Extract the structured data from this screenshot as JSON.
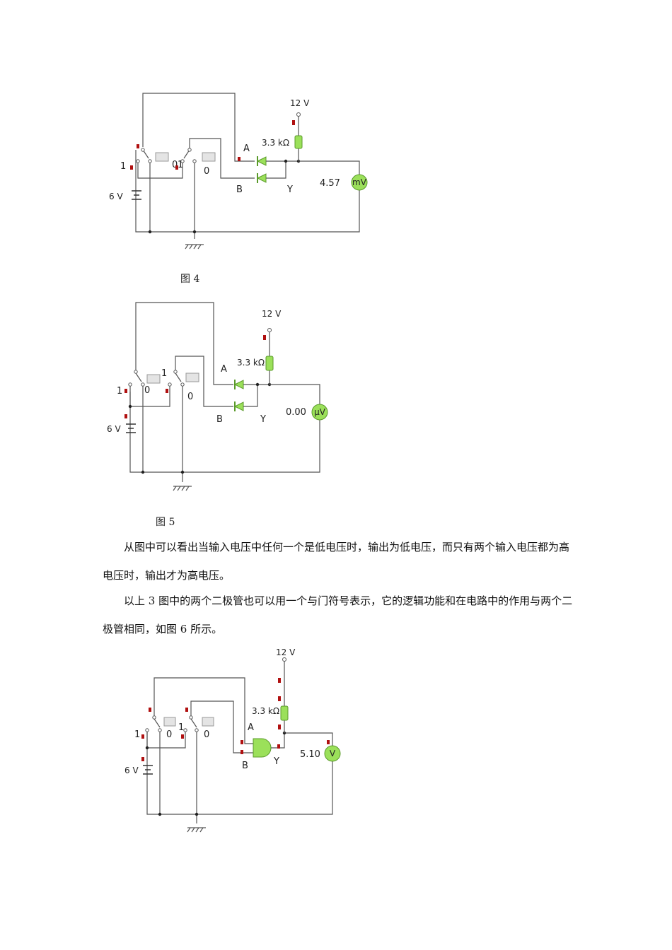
{
  "figure4": {
    "caption": "图 4",
    "supply": "12 V",
    "resistor": "3.3 kΩ",
    "battery": "6 V",
    "input_a": "A",
    "input_b": "B",
    "output_y": "Y",
    "switch1_on": "1",
    "switch1_off": "0",
    "switch2_on": "1",
    "switch2_off": "0",
    "meter_reading": "4.57",
    "meter_unit": "mV"
  },
  "figure5": {
    "caption": "图 5",
    "supply": "12 V",
    "resistor": "3.3 kΩ",
    "battery": "6 V",
    "input_a": "A",
    "input_b": "B",
    "output_y": "Y",
    "switch1_on": "1",
    "switch1_off": "0",
    "switch2_on": "1",
    "switch2_off": "0",
    "meter_reading": "0.00",
    "meter_unit": "μV"
  },
  "figure6": {
    "supply": "12 V",
    "resistor": "3.3 kΩ",
    "battery": "6 V",
    "input_a": "A",
    "input_b": "B",
    "output_y": "Y",
    "switch1_on": "1",
    "switch1_off": "0",
    "switch2_on": "1",
    "switch2_off": "0",
    "meter_reading": "5.10",
    "meter_unit": "V"
  },
  "paragraphs": {
    "p1": "从图中可以看出当输入电压中任何一个是低电压时，输出为低电压，而只有两个输入电压都为高电压时，输出才为高电压。",
    "p2": "以上 3 图中的两个二极管也可以用一个与门符号表示，它的逻辑功能和在电路中的作用与两个二极管相同，如图 6 所示。"
  },
  "colors": {
    "component_green": "#9be05a",
    "component_stroke": "#5a9a2a",
    "terminal_red": "#b01010",
    "wire": "#555555"
  }
}
